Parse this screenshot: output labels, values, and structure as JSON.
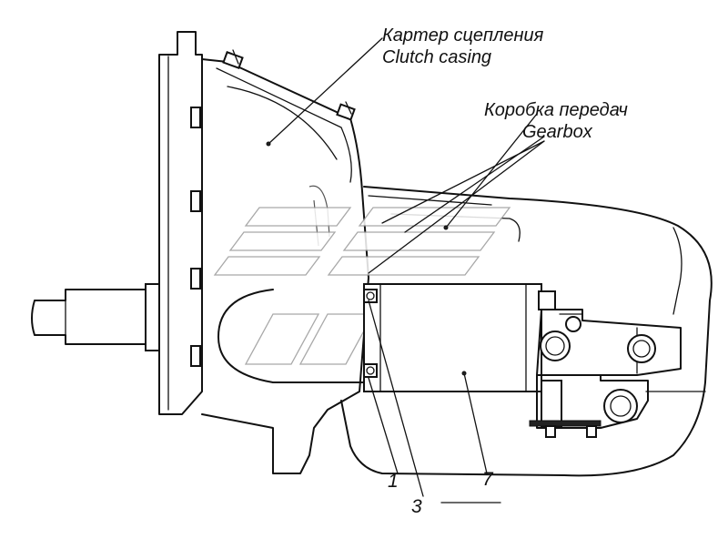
{
  "labels": {
    "clutch_casing_ru": "Картер сцепления",
    "clutch_casing_en": "Clutch casing",
    "gearbox_ru": "Коробка передач",
    "gearbox_en": "Gearbox"
  },
  "callouts": {
    "item_1": "1",
    "item_3": "3",
    "item_7": "7"
  },
  "colors": {
    "line": "#111111",
    "watermark": "#9a9a9a",
    "background": "#ffffff"
  }
}
